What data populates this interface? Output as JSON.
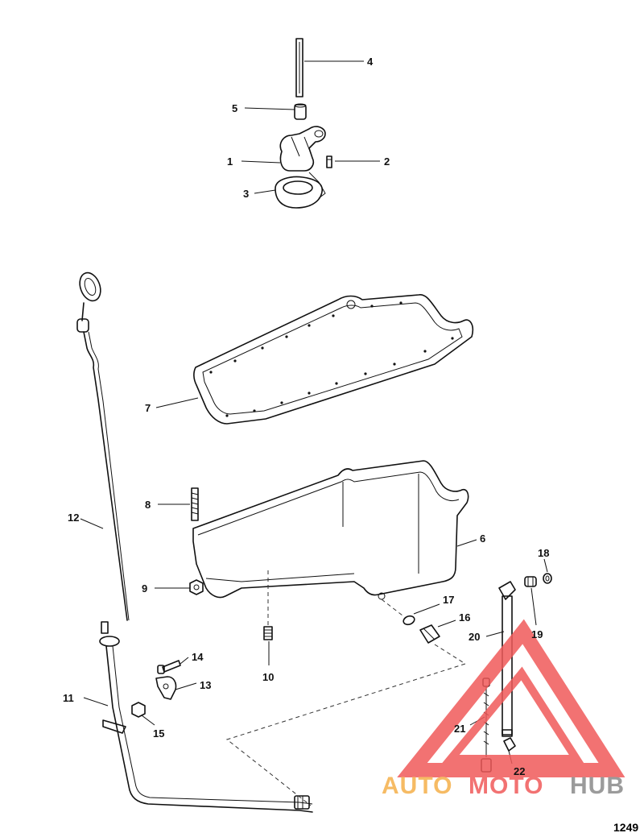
{
  "callouts": [
    {
      "id": "c1",
      "label": "1"
    },
    {
      "id": "c2",
      "label": "2"
    },
    {
      "id": "c3",
      "label": "3"
    },
    {
      "id": "c4",
      "label": "4"
    },
    {
      "id": "c5",
      "label": "5"
    },
    {
      "id": "c6",
      "label": "6"
    },
    {
      "id": "c7",
      "label": "7"
    },
    {
      "id": "c8",
      "label": "8"
    },
    {
      "id": "c9",
      "label": "9"
    },
    {
      "id": "c10",
      "label": "10"
    },
    {
      "id": "c11",
      "label": "11"
    },
    {
      "id": "c12",
      "label": "12"
    },
    {
      "id": "c13",
      "label": "13"
    },
    {
      "id": "c14",
      "label": "14"
    },
    {
      "id": "c15",
      "label": "15"
    },
    {
      "id": "c16",
      "label": "16"
    },
    {
      "id": "c17",
      "label": "17"
    },
    {
      "id": "c18",
      "label": "18"
    },
    {
      "id": "c19",
      "label": "19"
    },
    {
      "id": "c20",
      "label": "20"
    },
    {
      "id": "c21",
      "label": "21"
    },
    {
      "id": "c22",
      "label": "22"
    }
  ],
  "figure_number": "1249",
  "watermark": {
    "brand_part1": "AUTO",
    "brand_part2": "MOTO",
    "brand_part3": "HUB",
    "colors": {
      "primary": "#f05a5a",
      "secondary": "#f5b04a",
      "dark": "#8a8a8a"
    }
  }
}
